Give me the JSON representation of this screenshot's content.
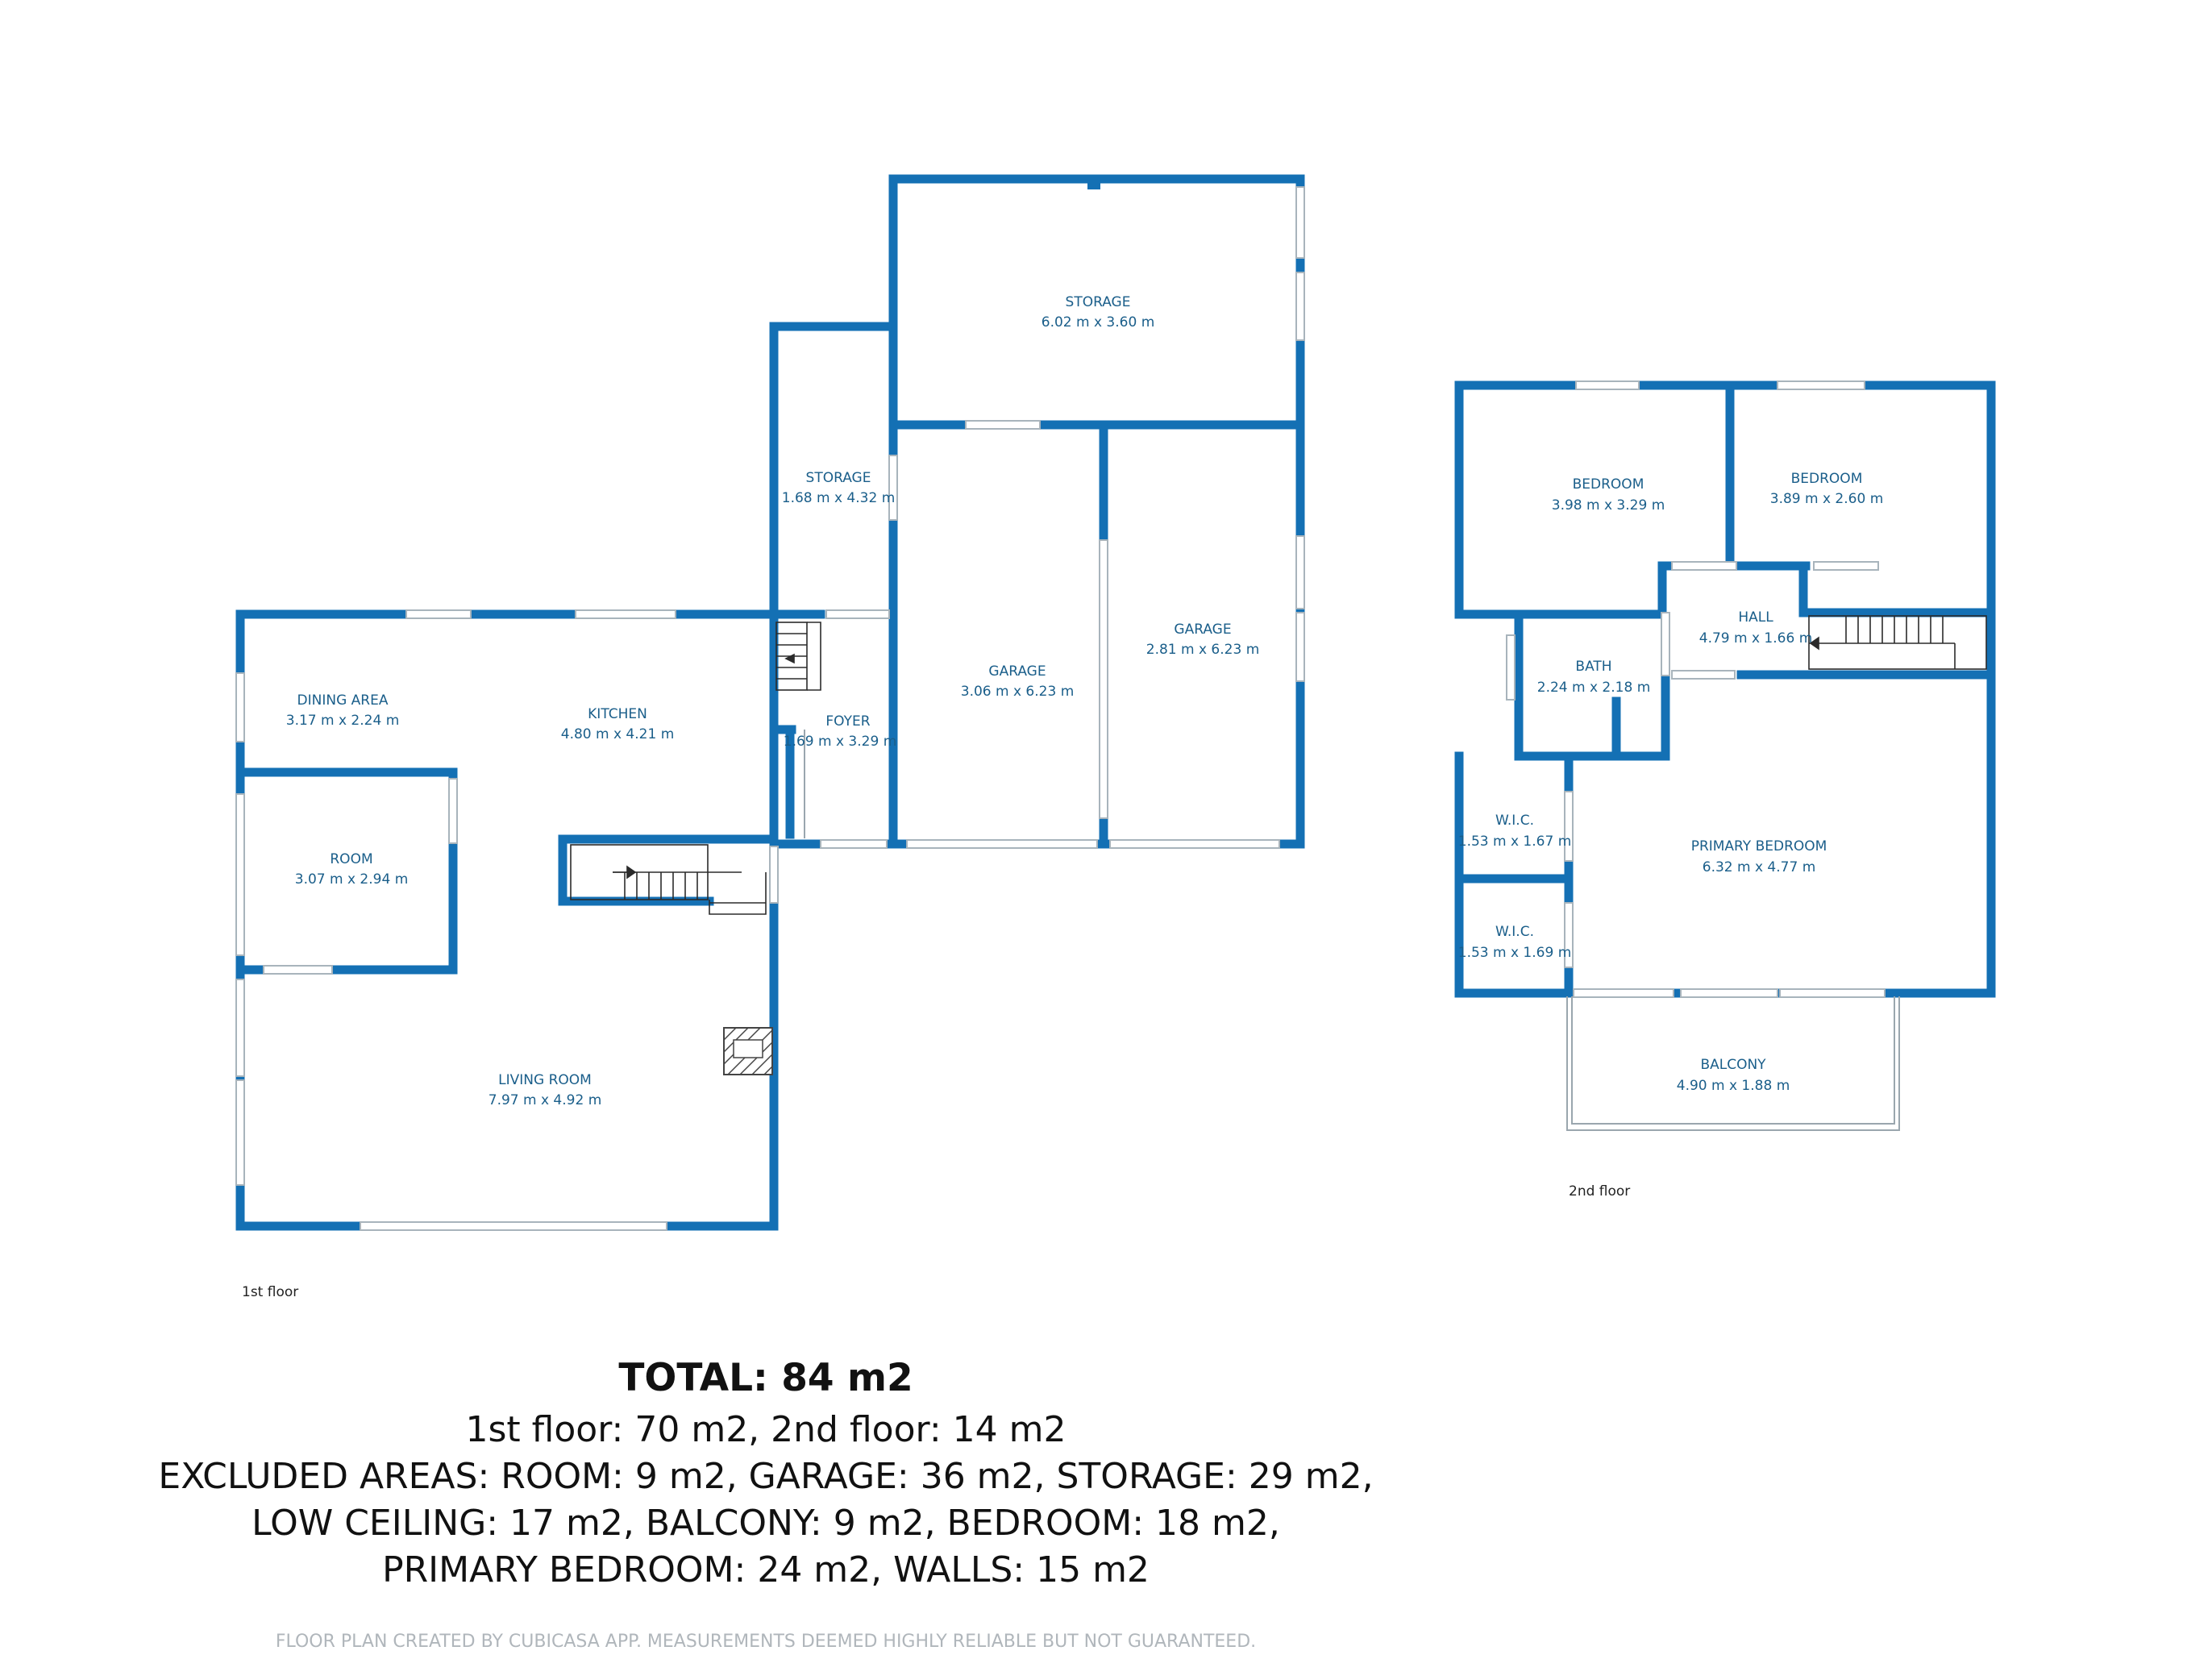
{
  "colors": {
    "wall": "#1470b4",
    "label": "#1a5e8a",
    "text": "#111111",
    "disclaimer": "#b0b6bb"
  },
  "floor1": {
    "label": "1st floor",
    "rooms": {
      "storage_top": {
        "name": "STORAGE",
        "dims": "6.02 m x 3.60 m"
      },
      "storage_small": {
        "name": "STORAGE",
        "dims": "1.68 m x 4.32 m"
      },
      "garage_left": {
        "name": "GARAGE",
        "dims": "3.06 m x 6.23 m"
      },
      "garage_right": {
        "name": "GARAGE",
        "dims": "2.81 m x 6.23 m"
      },
      "foyer": {
        "name": "FOYER",
        "dims": "1.69 m x 3.29 m"
      },
      "kitchen": {
        "name": "KITCHEN",
        "dims": "4.80 m x 4.21 m"
      },
      "dining": {
        "name": "DINING AREA",
        "dims": "3.17 m x 2.24 m"
      },
      "room": {
        "name": "ROOM",
        "dims": "3.07 m x 2.94 m"
      },
      "living": {
        "name": "LIVING ROOM",
        "dims": "7.97 m x 4.92 m"
      }
    }
  },
  "floor2": {
    "label": "2nd floor",
    "rooms": {
      "bedroom_left": {
        "name": "BEDROOM",
        "dims": "3.98 m x 3.29 m"
      },
      "bedroom_right": {
        "name": "BEDROOM",
        "dims": "3.89 m x 2.60 m"
      },
      "hall": {
        "name": "HALL",
        "dims": "4.79 m x 1.66 m"
      },
      "bath": {
        "name": "BATH",
        "dims": "2.24 m x 2.18 m"
      },
      "wic_top": {
        "name": "W.I.C.",
        "dims": "1.53 m x 1.67 m"
      },
      "wic_bottom": {
        "name": "W.I.C.",
        "dims": "1.53 m x 1.69 m"
      },
      "primary": {
        "name": "PRIMARY BEDROOM",
        "dims": "6.32 m x 4.77 m"
      },
      "balcony": {
        "name": "BALCONY",
        "dims": "4.90 m x 1.88 m"
      }
    }
  },
  "summary": {
    "total": "TOTAL: 84 m2",
    "floors": "1st floor: 70 m2, 2nd floor: 14 m2",
    "excluded_1": "EXCLUDED AREAS: ROOM: 9 m2, GARAGE: 36 m2, STORAGE: 29 m2,",
    "excluded_2": "LOW CEILING: 17 m2, BALCONY: 9 m2, BEDROOM: 18 m2,",
    "excluded_3": "PRIMARY BEDROOM: 24 m2, WALLS: 15 m2"
  },
  "disclaimer": "FLOOR PLAN CREATED BY CUBICASA APP. MEASUREMENTS DEEMED HIGHLY RELIABLE BUT NOT GUARANTEED."
}
